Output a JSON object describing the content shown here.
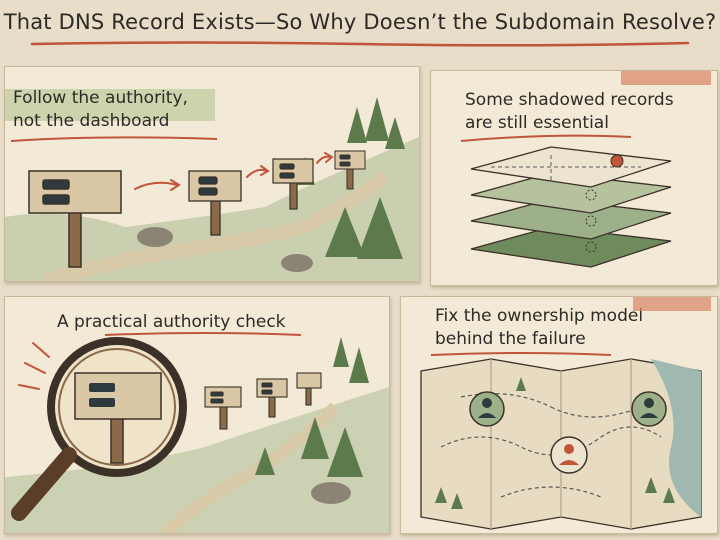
{
  "title": "That DNS Record Exists—So Why Doesn’t the Subdomain Resolve?",
  "panels": [
    {
      "caption_lines": [
        "Follow the authority,",
        "not the dashboard"
      ]
    },
    {
      "caption_lines": [
        "Some shadowed records",
        "are still essential"
      ]
    },
    {
      "caption_lines": [
        "A practical authority check"
      ]
    },
    {
      "caption_lines": [
        "Fix the ownership model",
        "behind the failure"
      ]
    }
  ],
  "colors": {
    "accent": "#c0553a",
    "paper": "#f2e9d6",
    "background": "#e8ddc8",
    "ink": "#2c2a26",
    "green": "#6f8a5c",
    "sage": "#9db08a",
    "highlight": "#c9d1a8"
  },
  "icons": [
    "signpost-icon",
    "arrow-icon",
    "layer-stack-icon",
    "magnifier-icon",
    "map-icon",
    "user-pin-icon"
  ]
}
